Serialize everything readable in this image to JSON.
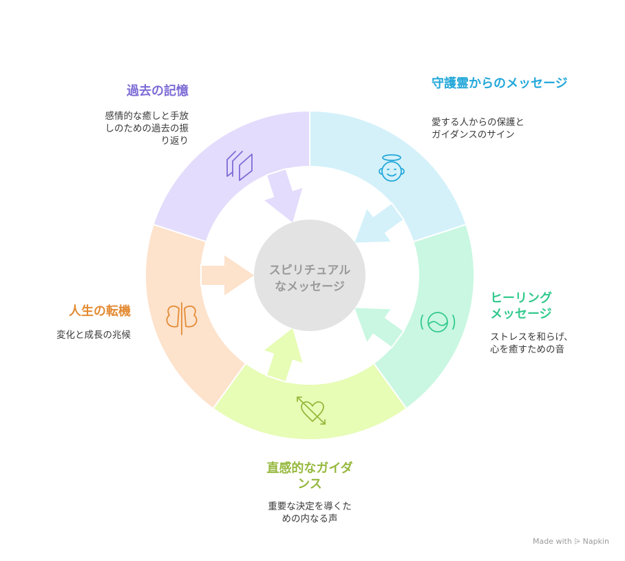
{
  "center": {
    "line1": "スピリチュアル",
    "line2": "なメッセージ"
  },
  "sections": {
    "past": {
      "title": "過去の記憶",
      "desc": [
        "感情的な癒しと手放",
        "しのための過去の振",
        "り返り"
      ],
      "color": "#7d6bd6",
      "fill": "#e4dcfc",
      "icon": "memory-pages-icon"
    },
    "guardian": {
      "title": "守護霊からのメッセージ",
      "desc": [
        "愛する人からの保護と",
        "ガイダンスのサイン"
      ],
      "color": "#22a7d9",
      "fill": "#d4f1fa",
      "icon": "angel-face-icon"
    },
    "healing": {
      "title": [
        "ヒーリング",
        "メッセージ"
      ],
      "desc": [
        "ストレスを和らげ、",
        "心を癒すための音"
      ],
      "color": "#33c98d",
      "fill": "#c9f7e1",
      "icon": "sound-wave-circle-icon"
    },
    "intuition": {
      "title": [
        "直感的なガイダ",
        "ンス"
      ],
      "desc": [
        "重要な決定を導くた",
        "めの内なる声"
      ],
      "color": "#95b83d",
      "fill": "#e7fcb5",
      "icon": "heart-arrow-icon"
    },
    "life": {
      "title": "人生の転機",
      "desc": [
        "変化と成長の兆候"
      ],
      "color": "#e38b34",
      "fill": "#fde2cc",
      "icon": "butterfly-icon"
    }
  },
  "center_fill": "#e3e3e3",
  "watermark": "Made with ⩥ Napkin"
}
